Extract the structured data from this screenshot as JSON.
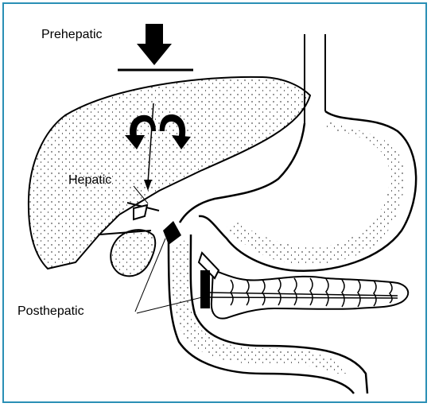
{
  "labels": {
    "prehepatic": "Prehepatic",
    "hepatic": "Hepatic",
    "posthepatic": "Posthepatic"
  },
  "colors": {
    "frame_border": "#2a8fb5",
    "ink": "#000000",
    "background": "#ffffff"
  }
}
